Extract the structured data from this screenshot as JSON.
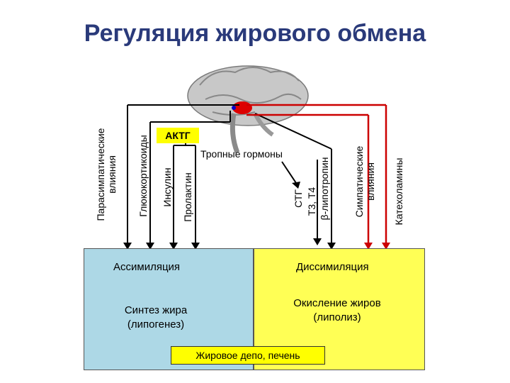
{
  "title": "Регуляция жирового обмена",
  "actg": "АКТГ",
  "tropic": "Тропные гормоны",
  "left_labels": {
    "parasympathetic_1": "Парасимпатические",
    "parasympathetic_2": "влияния",
    "glucocorticoids": "Глюкокортикоиды",
    "insulin": "Инсулин",
    "prolactin": "Пролактин"
  },
  "right_labels": {
    "stg": "СТГ",
    "t3t4": "Т3, Т4",
    "lipotropin": "β-липотропин",
    "sympathetic_1": "Симпатические",
    "sympathetic_2": "влияния",
    "catecholamines": "Катехоламины"
  },
  "assimilation": {
    "title": "Ассимиляция",
    "line1": "Синтез жира",
    "line2": "(липогенез)"
  },
  "dissimilation": {
    "title": "Диссимиляция",
    "line1": "Окисление жиров",
    "line2": "(липолиз)"
  },
  "depot": "Жировое депо, печень",
  "colors": {
    "title": "#2a3a7a",
    "assimilation_bg": "#add8e6",
    "dissimilation_bg": "#ffff55",
    "depot_bg": "#ffff00",
    "red_line": "#cc0000"
  }
}
